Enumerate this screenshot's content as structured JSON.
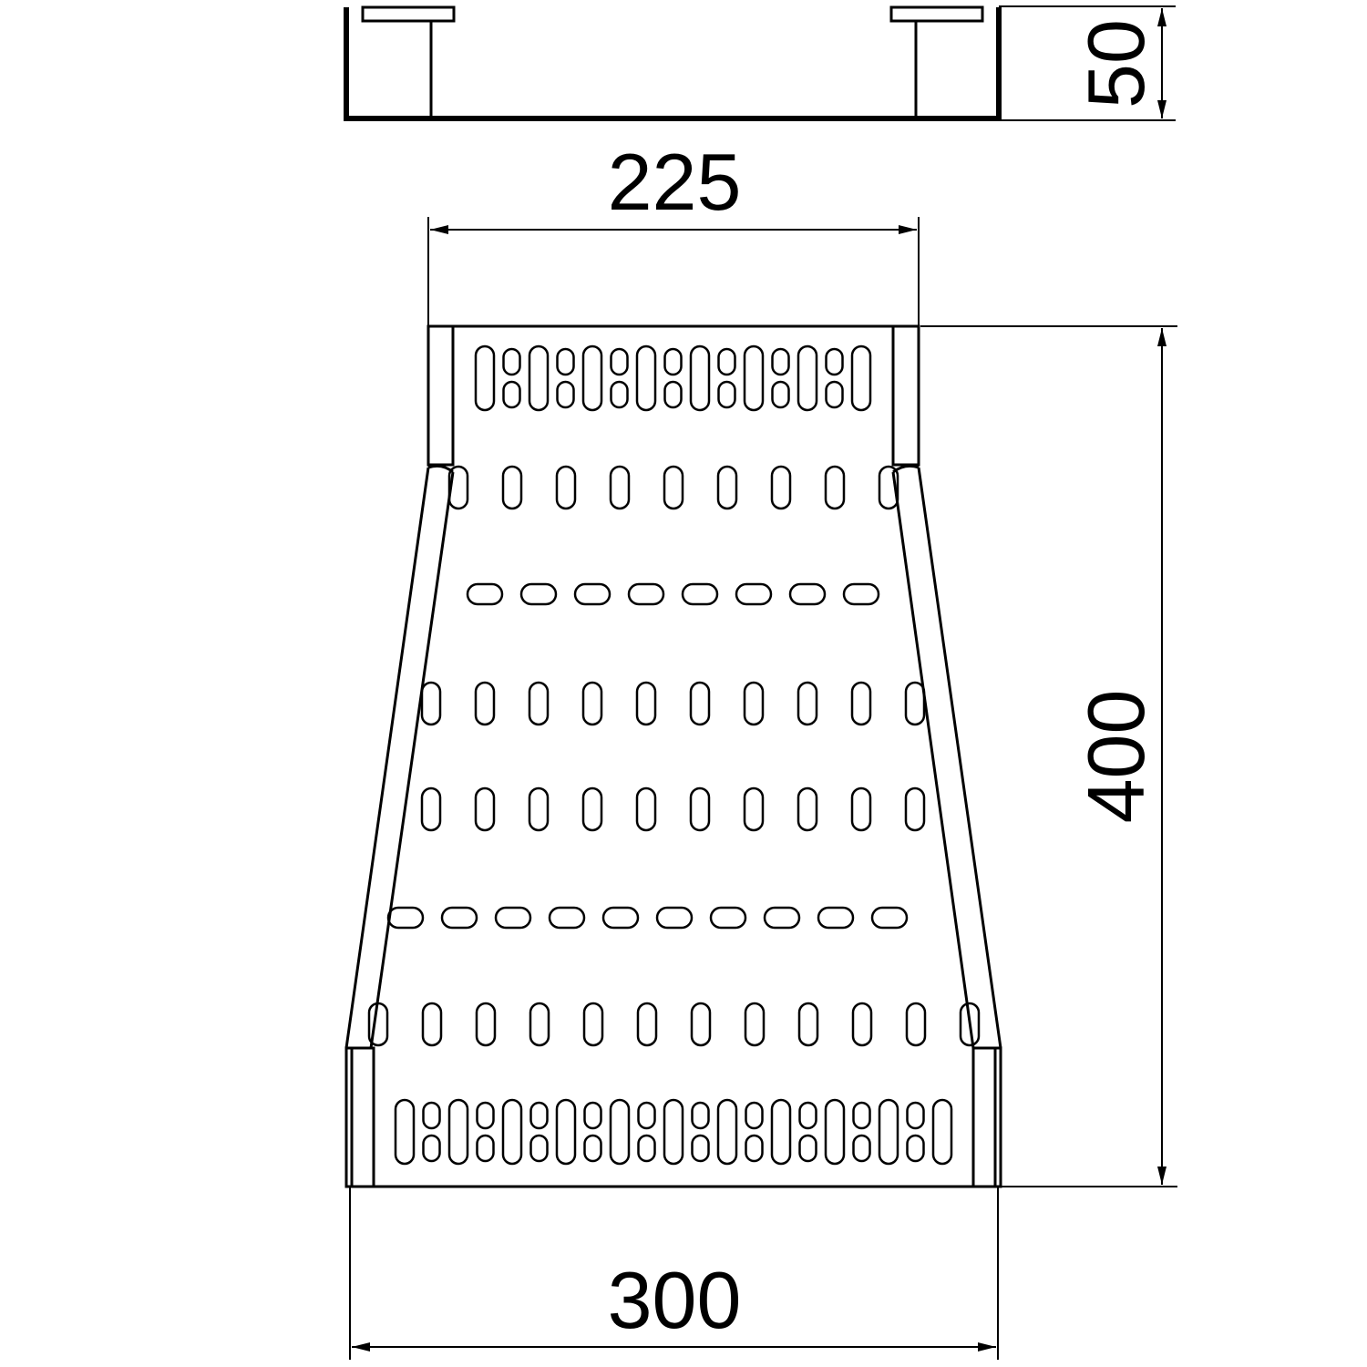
{
  "dimensions": {
    "height_side": "50",
    "top_width": "225",
    "length": "400",
    "bottom_width": "300"
  },
  "colors": {
    "line": "#000000",
    "background": "#ffffff"
  }
}
